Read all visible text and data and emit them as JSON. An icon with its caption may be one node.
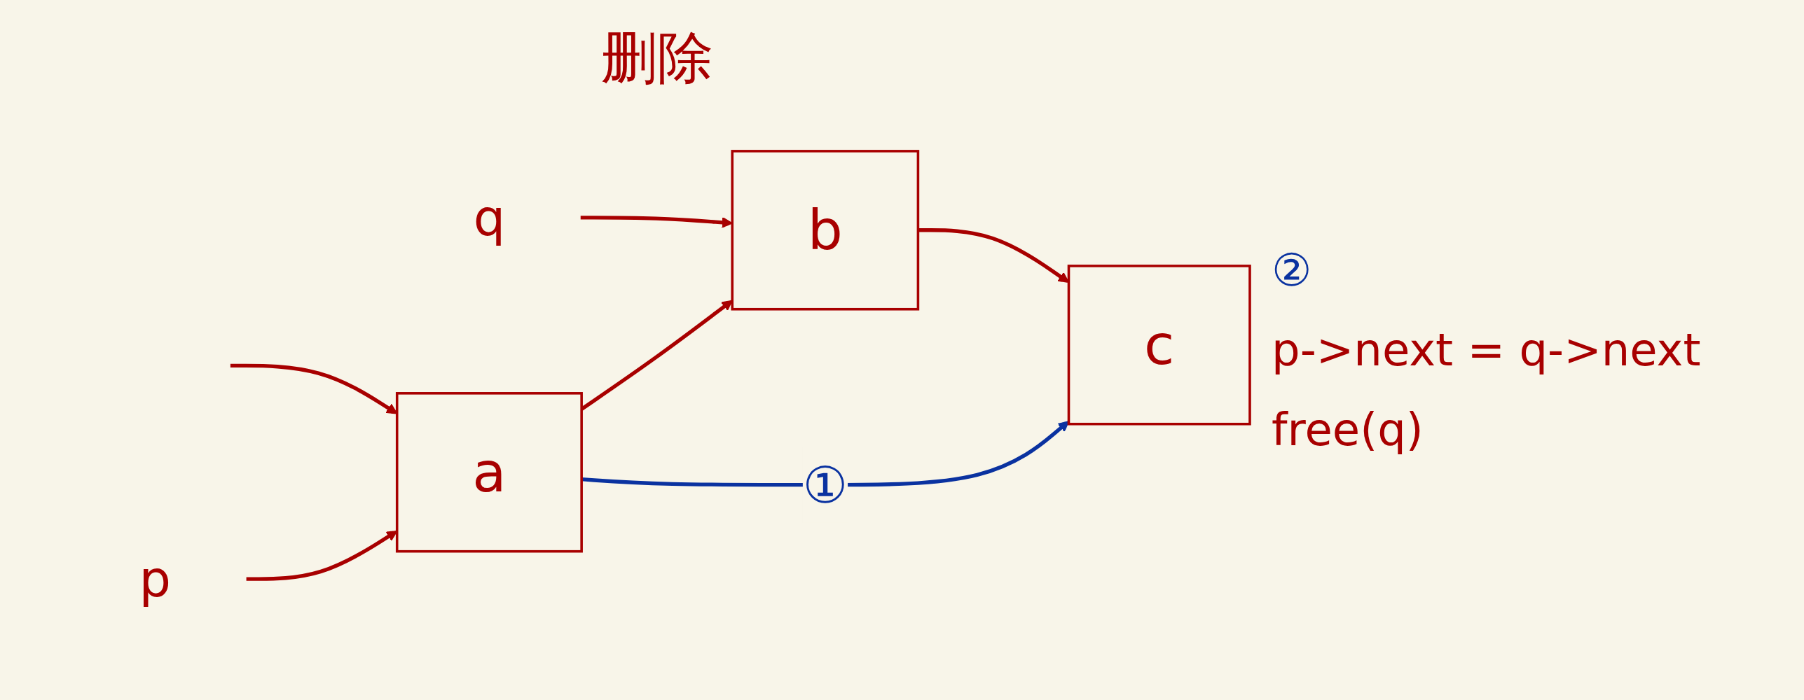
{
  "diagram": {
    "title": "删除",
    "nodes": [
      {
        "text": [
          "p"
        ]
      },
      {
        "text": [
          "q"
        ]
      },
      {
        "text": [
          "a"
        ]
      },
      {
        "text": [
          "b"
        ]
      },
      {
        "text": [
          "c"
        ]
      }
    ],
    "edges": [
      {
        "from": null,
        "to": 2,
        "arrow": "to"
      },
      {
        "from": 0,
        "to": 2,
        "arrow": "to"
      },
      {
        "from": 2,
        "to": 3,
        "arrow": "to"
      },
      {
        "from": 1,
        "to": 3,
        "arrow": "to"
      },
      {
        "from": 3,
        "to": 4,
        "arrow": "to"
      },
      {
        "from": 2,
        "to": 4,
        "arrow": "to",
        "label": "①",
        "color": "#0a32a0"
      }
    ],
    "labels": [
      "②",
      "p->next = q->next",
      "free(q)"
    ]
  }
}
